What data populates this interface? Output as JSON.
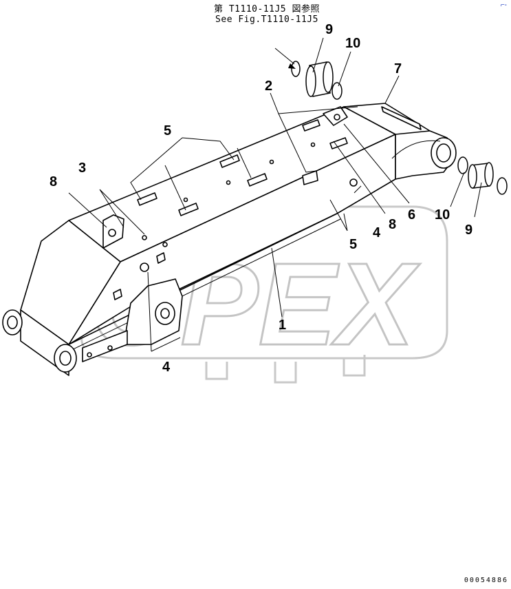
{
  "reference_note": {
    "line1": "第 T1110-11J5 図参照",
    "line2": "See Fig.T1110-11J5"
  },
  "watermark": "OPEX",
  "corner_mark": "⌐‑",
  "drawing_number": "00054886",
  "callouts": [
    {
      "id": "c9a",
      "label": "9"
    },
    {
      "id": "c10a",
      "label": "10"
    },
    {
      "id": "c7",
      "label": "7"
    },
    {
      "id": "c2",
      "label": "2"
    },
    {
      "id": "c5a",
      "label": "5"
    },
    {
      "id": "c3",
      "label": "3"
    },
    {
      "id": "c8a",
      "label": "8"
    },
    {
      "id": "c6",
      "label": "6"
    },
    {
      "id": "c10b",
      "label": "10"
    },
    {
      "id": "c9b",
      "label": "9"
    },
    {
      "id": "c8b",
      "label": "8"
    },
    {
      "id": "c4a",
      "label": "4"
    },
    {
      "id": "c5b",
      "label": "5"
    },
    {
      "id": "c1",
      "label": "1"
    },
    {
      "id": "c4b",
      "label": "4"
    }
  ]
}
